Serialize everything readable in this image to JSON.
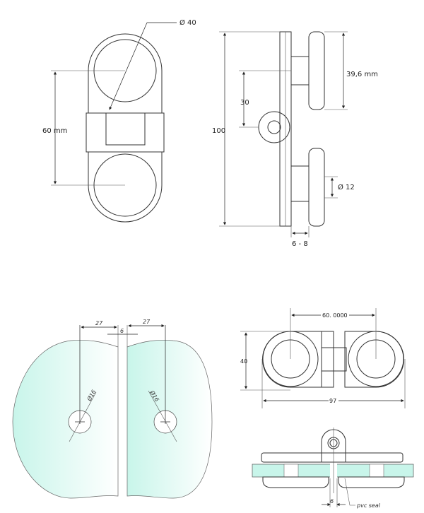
{
  "front_view": {
    "diameter_label": "Ø 40",
    "spacing_label": "60 mm"
  },
  "side_view": {
    "height_label": "100",
    "offset_label": "30",
    "cap_label": "39,6 mm",
    "hole_label": "Ø 12",
    "glass_label": "6 - 8"
  },
  "glass_view": {
    "left_offset": "27",
    "right_offset": "27",
    "gap": "6",
    "left_hole": "Ø16",
    "right_hole": "Ø16"
  },
  "top_view": {
    "spacing_label": "60. 0000",
    "height_label": "40",
    "width_label": "97"
  },
  "section_view": {
    "gap_label": "6",
    "seal_label": "pvc seal"
  },
  "colors": {
    "glass": "#c8f5ea",
    "line": "#333333"
  }
}
